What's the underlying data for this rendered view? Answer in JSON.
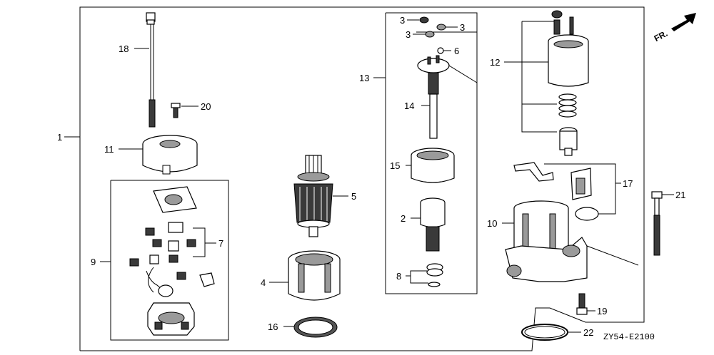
{
  "diagram": {
    "code": "ZY54-E2100",
    "direction_label": "FR.",
    "callouts": {
      "c1": "1",
      "c2": "2",
      "c3a": "3",
      "c3b": "3",
      "c3c": "3",
      "c4": "4",
      "c5": "5",
      "c6": "6",
      "c7": "7",
      "c8": "8",
      "c9": "9",
      "c10": "10",
      "c11": "11",
      "c12": "12",
      "c13": "13",
      "c14": "14",
      "c15": "15",
      "c16": "16",
      "c17": "17",
      "c18": "18",
      "c19": "19",
      "c20": "20",
      "c21": "21",
      "c22": "22"
    }
  }
}
